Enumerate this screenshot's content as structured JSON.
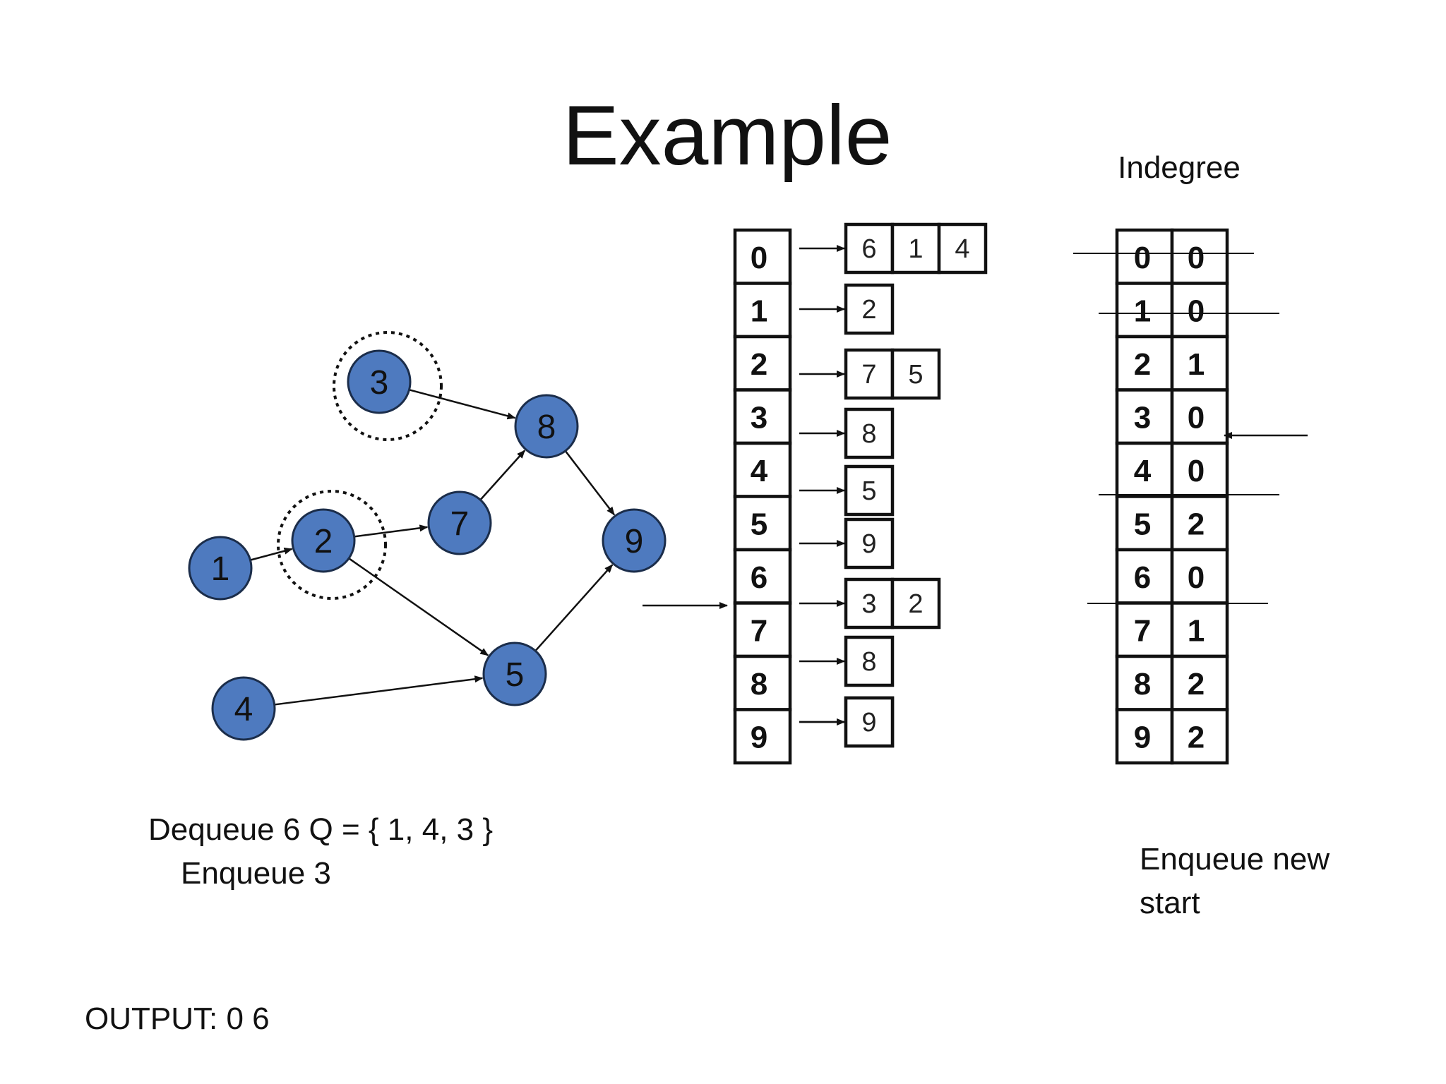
{
  "title": "Example",
  "indegree_label": "Indegree",
  "graph": {
    "nodes": [
      {
        "id": "1",
        "label": "1",
        "highlighted": false
      },
      {
        "id": "2",
        "label": "2",
        "highlighted": true
      },
      {
        "id": "3",
        "label": "3",
        "highlighted": true
      },
      {
        "id": "4",
        "label": "4",
        "highlighted": false
      },
      {
        "id": "5",
        "label": "5",
        "highlighted": false
      },
      {
        "id": "7",
        "label": "7",
        "highlighted": false
      },
      {
        "id": "8",
        "label": "8",
        "highlighted": false
      },
      {
        "id": "9",
        "label": "9",
        "highlighted": false
      }
    ],
    "edges": [
      {
        "from": "1",
        "to": "2"
      },
      {
        "from": "2",
        "to": "7"
      },
      {
        "from": "2",
        "to": "5"
      },
      {
        "from": "3",
        "to": "8"
      },
      {
        "from": "7",
        "to": "8"
      },
      {
        "from": "8",
        "to": "9"
      },
      {
        "from": "5",
        "to": "9"
      },
      {
        "from": "4",
        "to": "5"
      }
    ],
    "node_color": "#4e7abf"
  },
  "adjacency": {
    "indices": [
      "0",
      "1",
      "2",
      "3",
      "4",
      "5",
      "6",
      "7",
      "8",
      "9"
    ],
    "lists": [
      [
        "6",
        "1",
        "4"
      ],
      [
        "2"
      ],
      [
        "7",
        "5"
      ],
      [
        "8"
      ],
      [
        "5"
      ],
      [
        "9"
      ],
      [
        "3",
        "2"
      ],
      [
        "8"
      ],
      [
        "9"
      ],
      [
        "9"
      ]
    ],
    "pointer_row": "6"
  },
  "indegree": {
    "indices": [
      "0",
      "1",
      "2",
      "3",
      "4",
      "5",
      "6",
      "7",
      "8",
      "9"
    ],
    "values": [
      "0",
      "0",
      "1",
      "0",
      "0",
      "2",
      "0",
      "1",
      "2",
      "2"
    ],
    "crossed_out_rows": [
      "0",
      "1",
      "4",
      "6"
    ],
    "pointer_row": "3"
  },
  "status": {
    "line1": "Dequeue 6  Q = { 1, 4, 3 }",
    "line2": "Enqueue 3"
  },
  "note": {
    "line1": "Enqueue new",
    "line2": "start"
  },
  "output": "OUTPUT:  0 6"
}
